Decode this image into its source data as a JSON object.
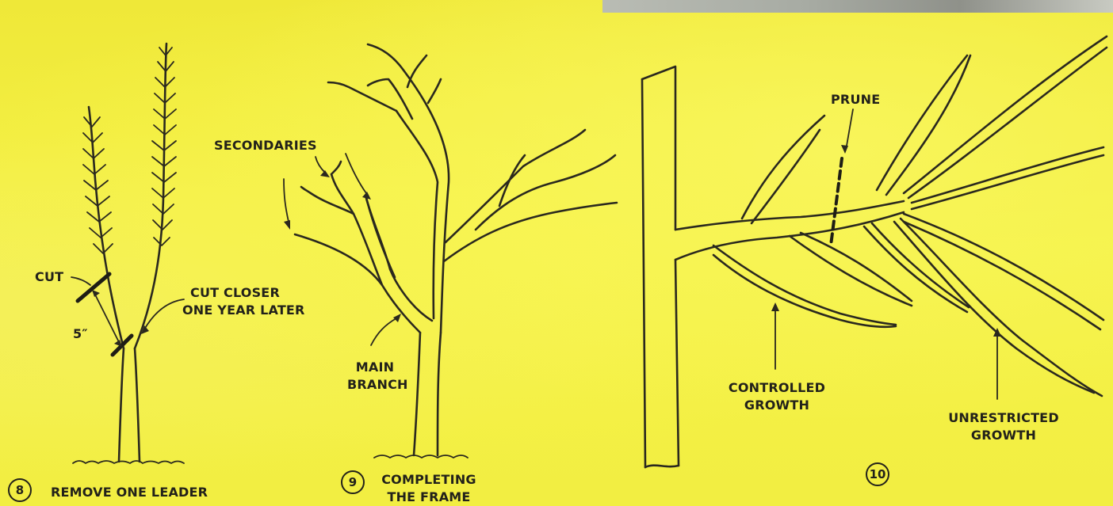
{
  "figure8": {
    "number": "8",
    "caption": "REMOVE ONE LEADER",
    "cut_label": "CUT",
    "measure_label": "5″",
    "cut_closer_line1": "CUT CLOSER",
    "cut_closer_line2": "ONE YEAR LATER"
  },
  "figure9": {
    "number": "9",
    "caption_line1": "COMPLETING",
    "caption_line2": "THE FRAME",
    "secondaries_label": "SECONDARIES",
    "main_branch_line1": "MAIN",
    "main_branch_line2": "BRANCH"
  },
  "figure10": {
    "number": "10",
    "prune_label": "PRUNE",
    "controlled_line1": "CONTROLLED",
    "controlled_line2": "GROWTH",
    "unrestricted_line1": "UNRESTRICTED",
    "unrestricted_line2": "GROWTH"
  }
}
